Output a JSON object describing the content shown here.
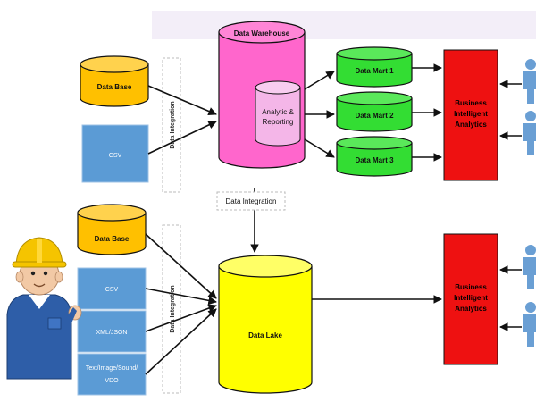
{
  "top": {
    "database": "Data Base",
    "csv": "CSV",
    "integration_vertical": "Data Integration",
    "warehouse": "Data Warehouse",
    "analytic_line1": "Analytic &",
    "analytic_line2": "Reporting",
    "marts": [
      "Data Mart 1",
      "Data Mart 2",
      "Data Mart 3"
    ],
    "bi_line1": "Business",
    "bi_line2": "Intelligent",
    "bi_line3": "Analytics"
  },
  "middle": {
    "integration": "Data Integration"
  },
  "bottom": {
    "database": "Data Base",
    "csv": "CSV",
    "xml": "XML/JSON",
    "media_line1": "Text/Image/Sound/",
    "media_line2": "VDO",
    "integration_vertical": "Data Integration",
    "lake": "Data Lake",
    "bi_line1": "Business",
    "bi_line2": "Intelligent",
    "bi_line3": "Analytics"
  },
  "colors": {
    "database": "#ffc000",
    "source_box": "#5b9bd5",
    "warehouse": "#ff66cc",
    "analytic": "#f4b6e8",
    "mart": "#33dd33",
    "bi": "#ee1111",
    "lake": "#ffff00",
    "person": "#6a9fd4",
    "worker_helmet": "#f5c400",
    "worker_shirt": "#2e5ea8"
  },
  "icons": {
    "user": "person-icon",
    "worker": "engineer-mascot"
  }
}
